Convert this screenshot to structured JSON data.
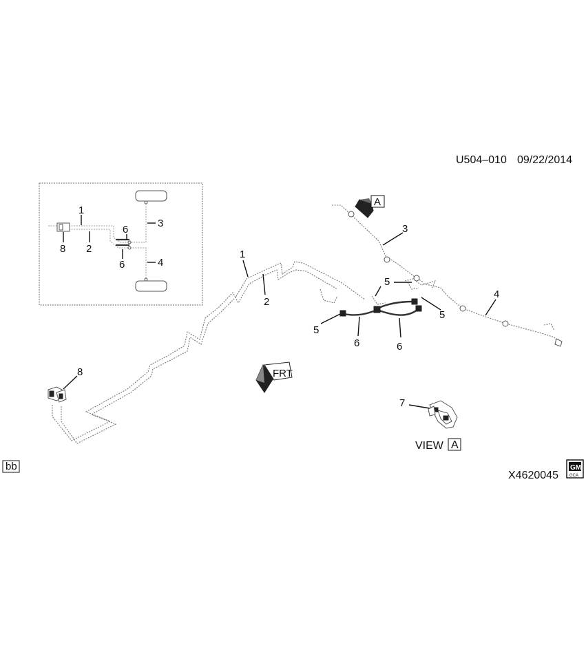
{
  "header": {
    "code": "U504–010",
    "date": "09/22/2014"
  },
  "inset": {
    "callouts": [
      {
        "id": "inset-1",
        "text": "1"
      },
      {
        "id": "inset-2",
        "text": "2"
      },
      {
        "id": "inset-3",
        "text": "3"
      },
      {
        "id": "inset-4",
        "text": "4"
      },
      {
        "id": "inset-6a",
        "text": "6"
      },
      {
        "id": "inset-6b",
        "text": "6"
      },
      {
        "id": "inset-8",
        "text": "8"
      }
    ]
  },
  "main": {
    "callouts": [
      {
        "id": "c1",
        "text": "1"
      },
      {
        "id": "c2",
        "text": "2"
      },
      {
        "id": "c3",
        "text": "3"
      },
      {
        "id": "c4",
        "text": "4"
      },
      {
        "id": "c5a",
        "text": "5"
      },
      {
        "id": "c5b",
        "text": "5"
      },
      {
        "id": "c5c",
        "text": "5"
      },
      {
        "id": "c6a",
        "text": "6"
      },
      {
        "id": "c6b",
        "text": "6"
      },
      {
        "id": "c7",
        "text": "7"
      },
      {
        "id": "c8",
        "text": "8"
      }
    ],
    "view_marker": "A",
    "front_arrow": "FRT"
  },
  "view": {
    "label": "VIEW",
    "letter": "A"
  },
  "footer": {
    "badge": "bb",
    "illustration_id": "X4620045",
    "logo_text": "GM",
    "logo_subtext": "GCA"
  }
}
